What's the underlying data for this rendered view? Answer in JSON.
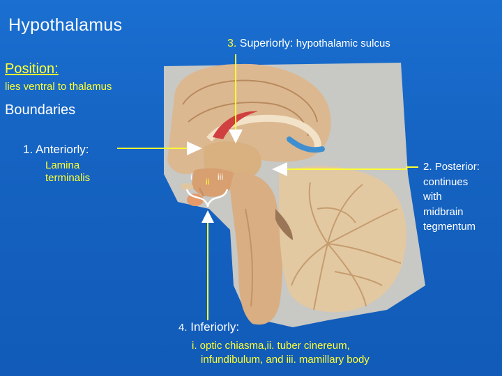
{
  "slide": {
    "title": "Hypothalamus",
    "superior": {
      "number": "3.",
      "label": "Superiorly:",
      "detail": "hypothalamic sulcus"
    },
    "position": {
      "heading": "Position:",
      "text": "lies ventral to thalamus"
    },
    "boundaries": "Boundaries",
    "anterior": {
      "label": "1.   Anteriorly:",
      "lines": [
        "Lamina",
        "terminalis"
      ]
    },
    "posterior": {
      "number": "2.",
      "label": "Posterior:",
      "lines": [
        "continues",
        "with",
        "midbrain",
        "tegmentum"
      ]
    },
    "inferior": {
      "number": "4.",
      "label": "Inferiorly:",
      "lines": [
        "i. optic chiasma,ii. tuber cinereum,",
        "infundibulum, and iii. mamillary body"
      ]
    },
    "figure_labels": [
      "i",
      "ii",
      "iii"
    ]
  },
  "colors": {
    "background": "#1565c0",
    "highlight": "#ffff33",
    "text": "#ffffff",
    "brain": "#d9b48c"
  }
}
